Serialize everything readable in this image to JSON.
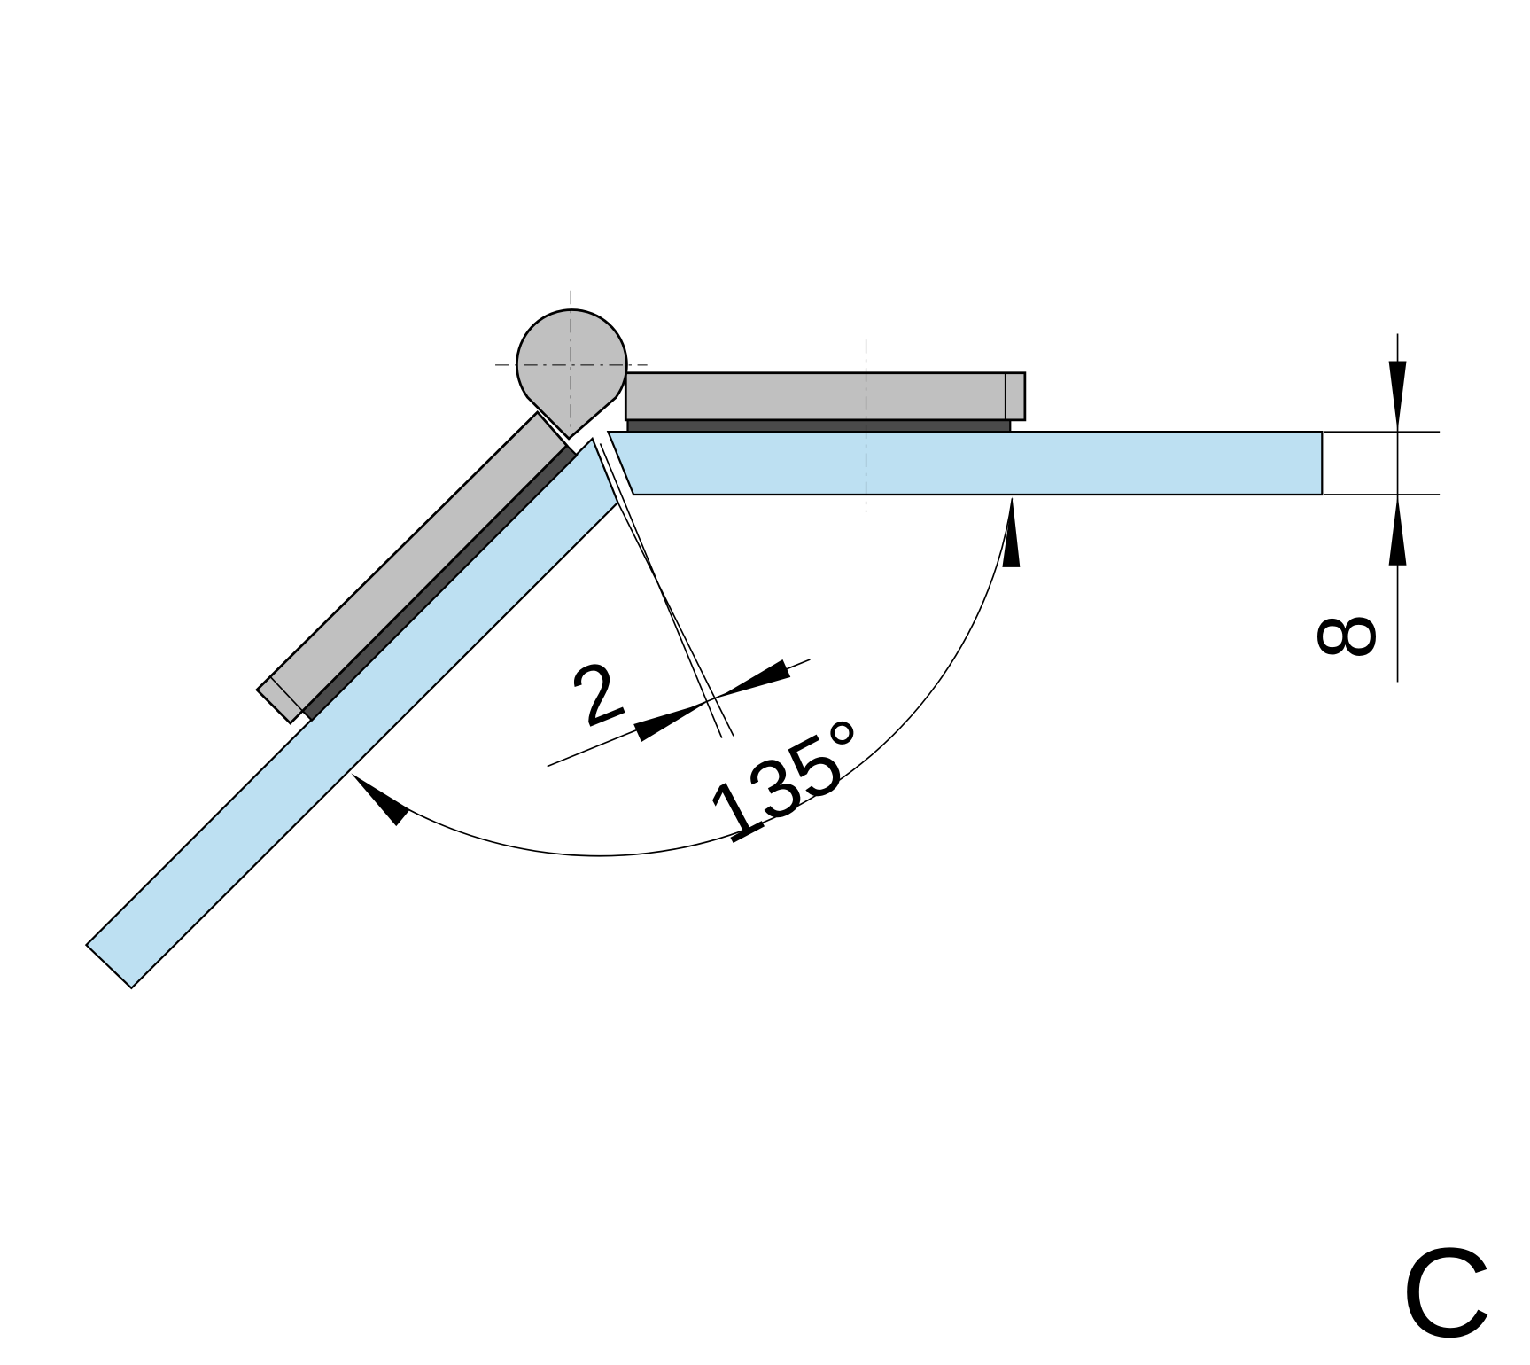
{
  "labels": {
    "gap_dimension": "2",
    "angle_dimension": "135°",
    "glass_thickness_dimension": "8",
    "variant_letter": "C"
  },
  "colors": {
    "glass": "#bde0f2",
    "hinge_body": "#c0c0c0",
    "gasket": "#4a4a4a",
    "line": "#000000"
  }
}
